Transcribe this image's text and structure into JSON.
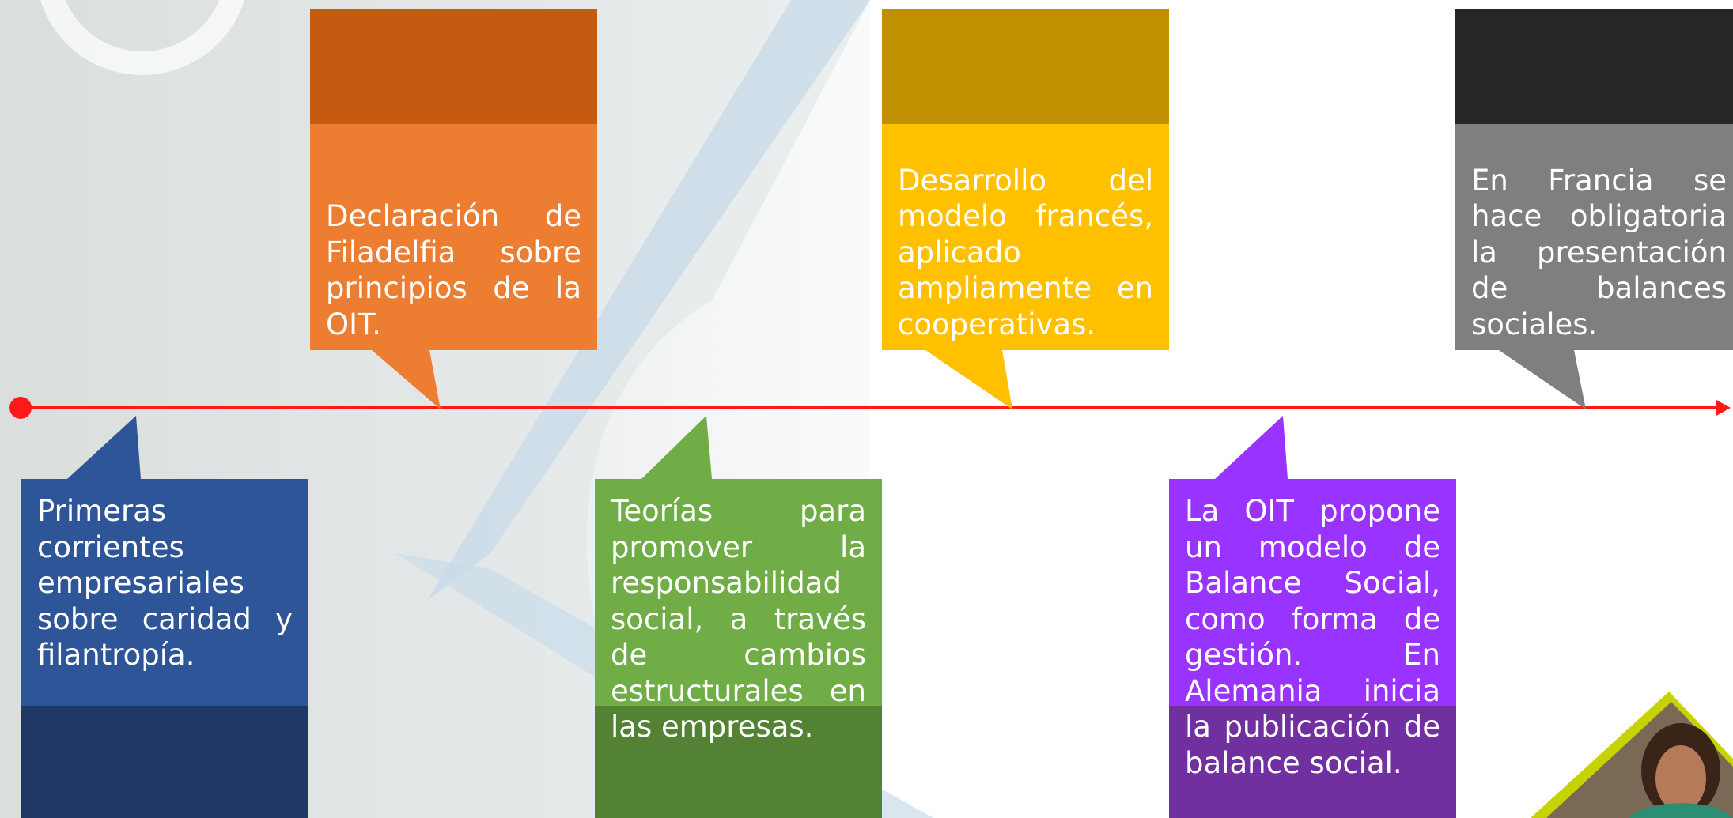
{
  "colors": {
    "timeline": "#ff1a1a",
    "blue_light": "#2e5597",
    "blue_dark": "#203864",
    "orange_light": "#ed7d31",
    "orange_dark": "#c55a11",
    "green_light": "#70ad47",
    "green_dark": "#548235",
    "yellow_light": "#ffc000",
    "yellow_dark": "#bf9000",
    "purple_light": "#9933ff",
    "purple_dark": "#7030a0",
    "gray_light": "#7f7f7f",
    "gray_dark": "#262626"
  },
  "milestones": [
    {
      "id": "blue",
      "text": "Primeras corrientes empresariales sobre caridad y filantropía."
    },
    {
      "id": "orange",
      "text": "Declaración de Filadelfia sobre principios de la OIT."
    },
    {
      "id": "green",
      "text": "Teorías para promover la responsabilidad social, a través de cambios estructurales en las empresas."
    },
    {
      "id": "yellow",
      "text": "Desarrollo del modelo francés, aplicado ampliamente en cooperativas."
    },
    {
      "id": "purple",
      "text": "La OIT propone un modelo de Balance Social, como forma de gestión. En Alemania inicia la publicación de balance social."
    },
    {
      "id": "gray",
      "text": "En Francia se hace obligatoria la presentación de balances sociales."
    }
  ]
}
